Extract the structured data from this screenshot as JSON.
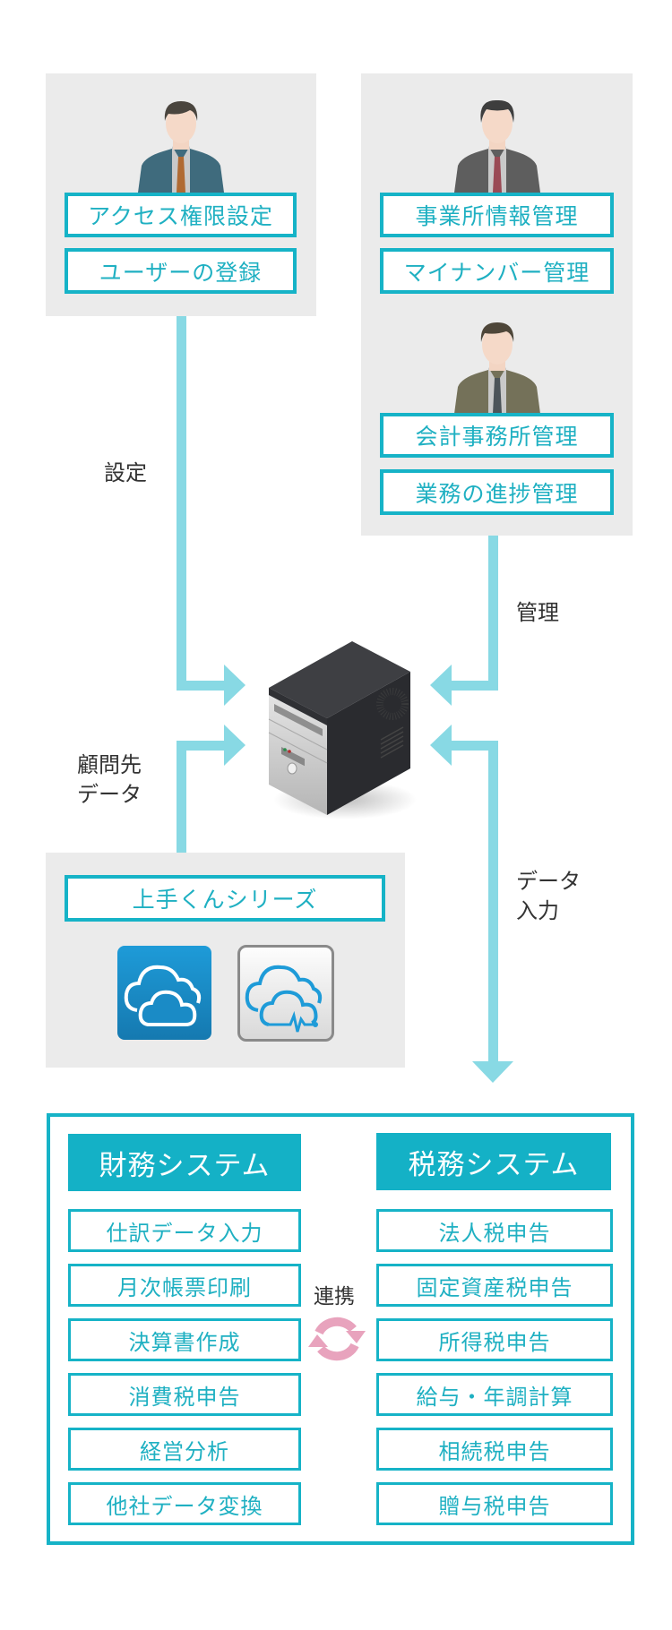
{
  "top_left_panel": {
    "person": "person-blue-suit",
    "items": [
      "アクセス権限設定",
      "ユーザーの登録"
    ]
  },
  "top_right_panel": {
    "person_1": "person-gray-suit",
    "items_1": [
      "事業所情報管理",
      "マイナンバー管理"
    ],
    "person_2": "person-olive-suit",
    "items_2": [
      "会計事務所管理",
      "業務の進捗管理"
    ]
  },
  "labels": {
    "settings": "設定",
    "management": "管理",
    "client_data_line1": "顧問先",
    "client_data_line2": "データ",
    "data_input_line1": "データ",
    "data_input_line2": "入力",
    "linkage": "連携"
  },
  "server": {
    "icon": "server-tower-icon"
  },
  "series_panel": {
    "title": "上手くんシリーズ",
    "icons": [
      "cloud-app-icon",
      "cloud-monitor-app-icon"
    ]
  },
  "financial_system": {
    "title": "財務システム",
    "items": [
      "仕訳データ入力",
      "月次帳票印刷",
      "決算書作成",
      "消費税申告",
      "経営分析",
      "他社データ変換"
    ]
  },
  "tax_system": {
    "title": "税務システム",
    "items": [
      "法人税申告",
      "固定資産税申告",
      "所得税申告",
      "給与・年調計算",
      "相続税申告",
      "贈与税申告"
    ]
  },
  "colors": {
    "accent": "#16b3c7",
    "arrow": "#88d9e4",
    "panel_bg": "#ebebeb",
    "sync": "#e8a3bd"
  }
}
